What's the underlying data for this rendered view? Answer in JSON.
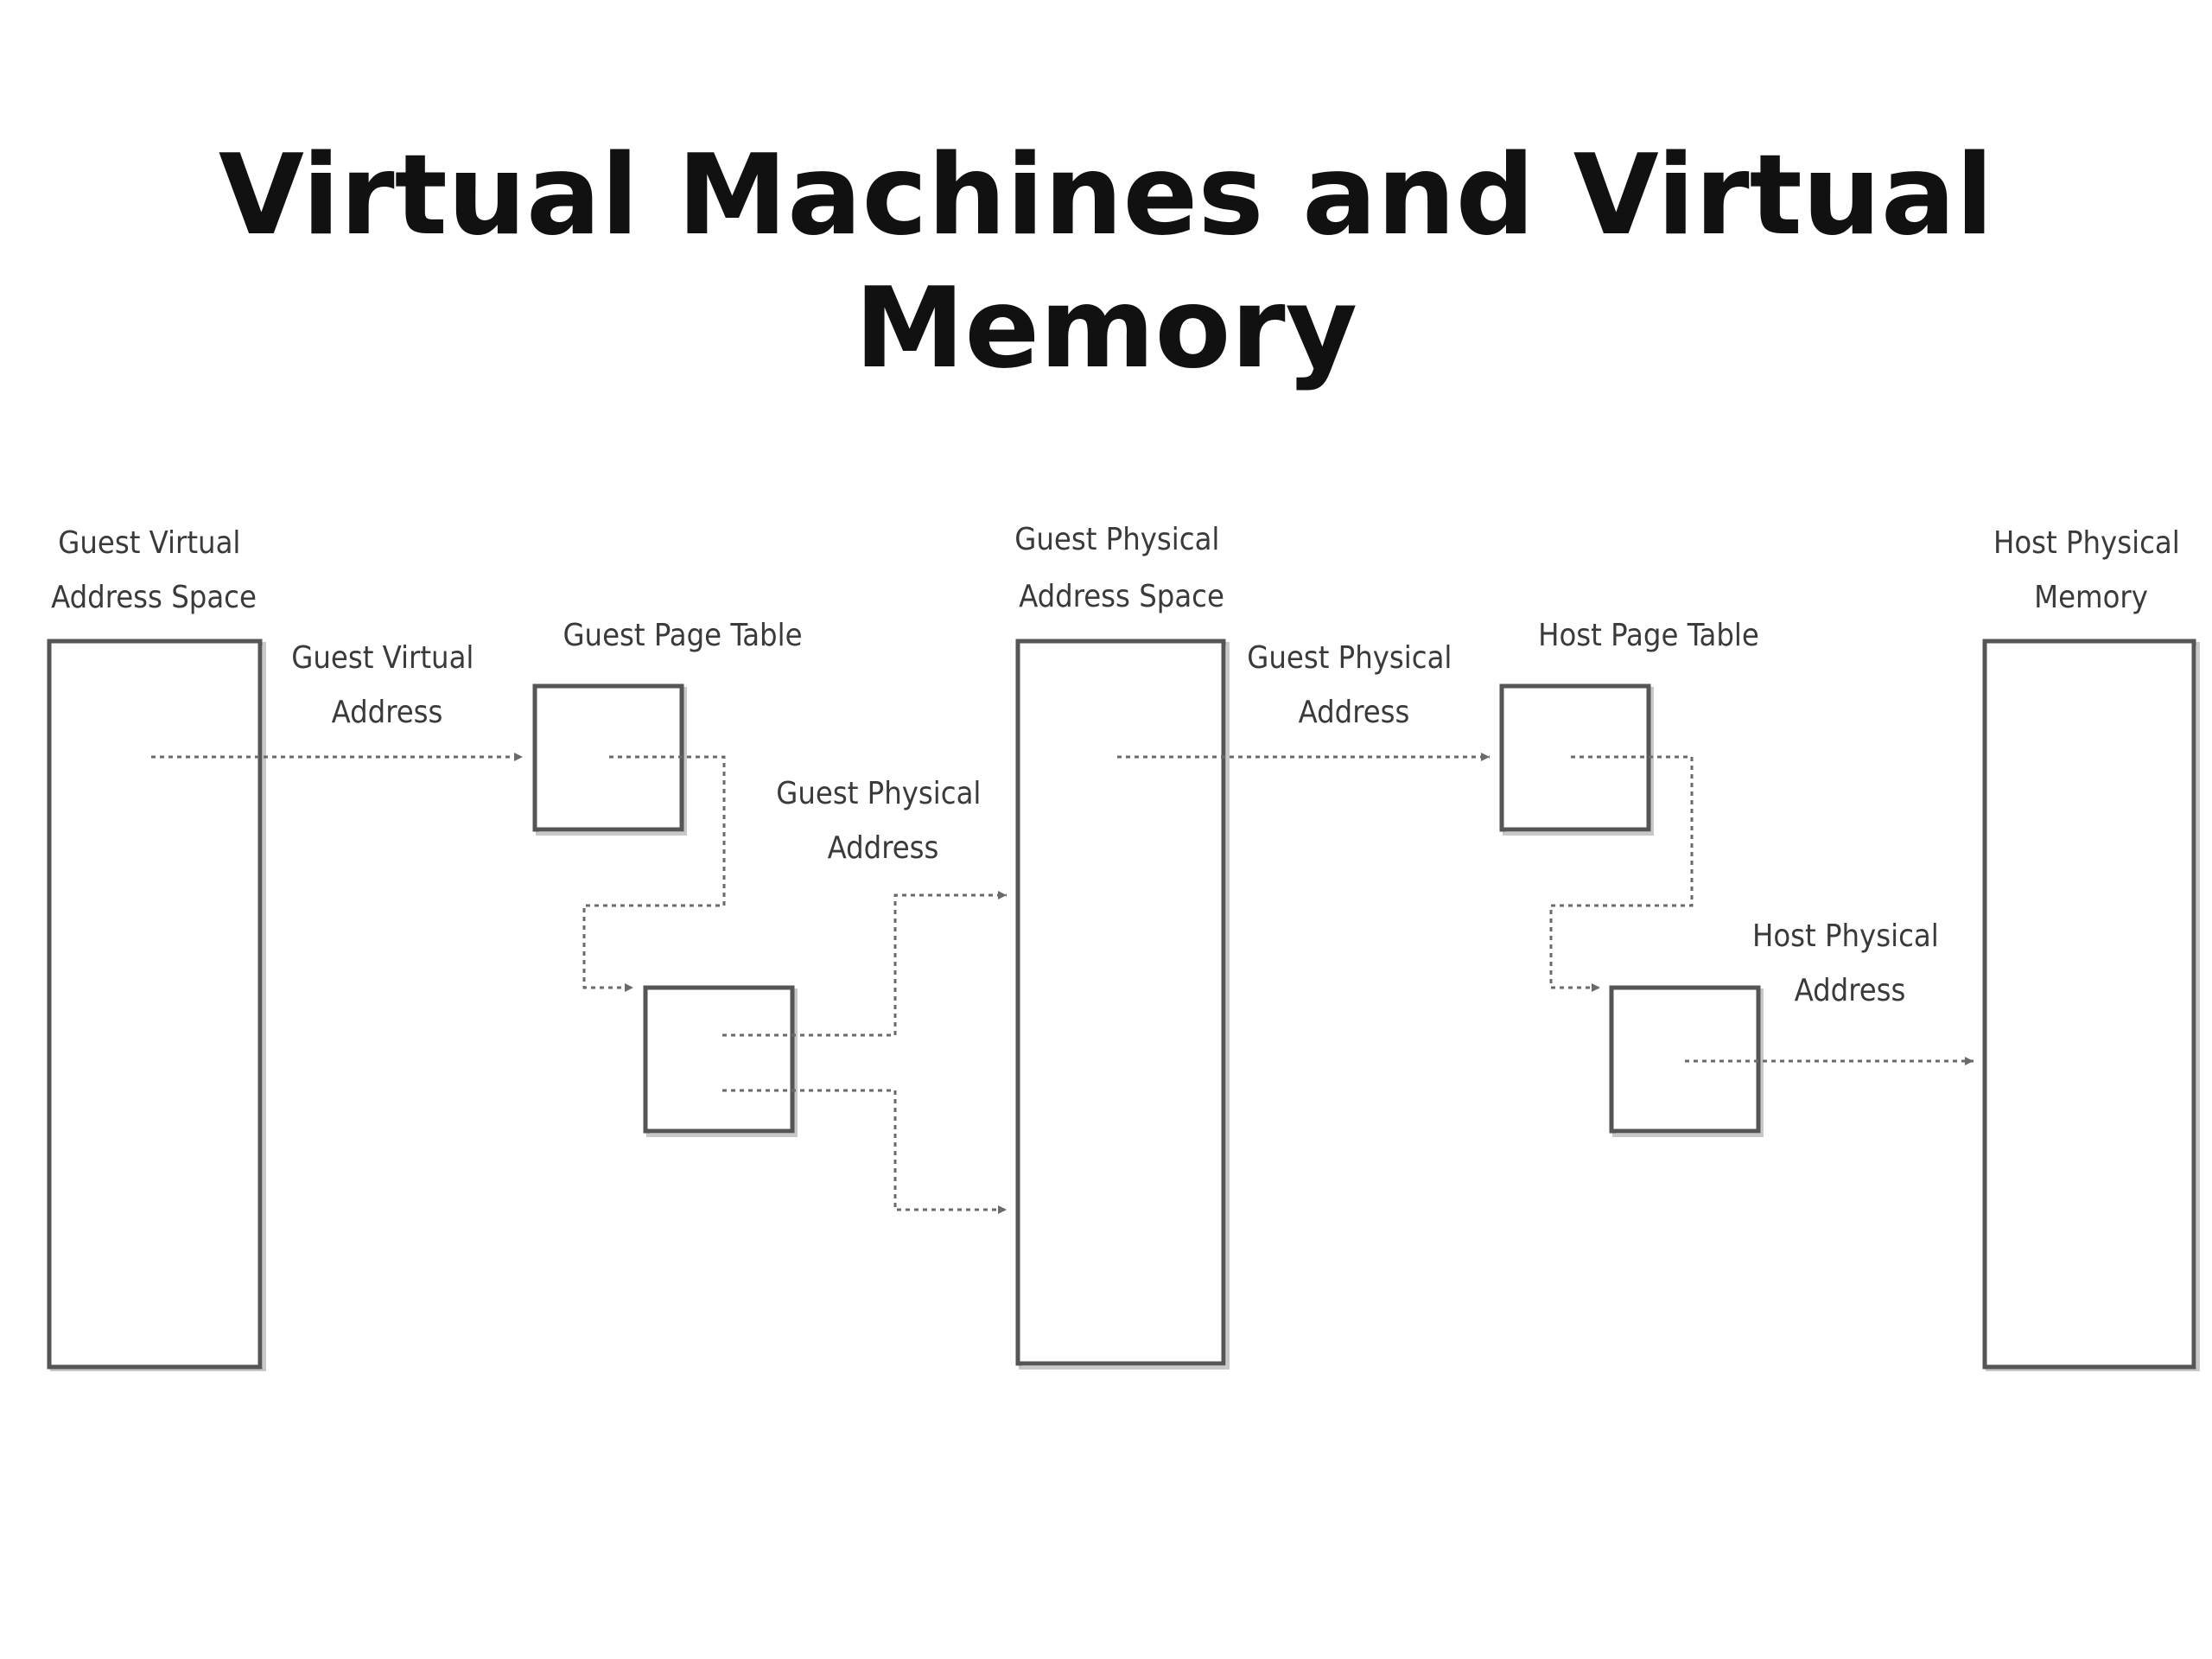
{
  "title": "Virtual Machines and Virtual Memory",
  "diagram": {
    "labels": {
      "guest_virtual_space": [
        "Guest Virtual",
        "Address Space"
      ],
      "guest_virtual_address": [
        "Guest Virtual",
        "Address"
      ],
      "guest_page_table": "Guest Page Table",
      "guest_physical_address_mid": [
        "Guest Physical",
        "Address"
      ],
      "guest_physical_space": [
        "Guest Physical",
        "Address Space"
      ],
      "guest_physical_address_right": [
        "Guest Physical",
        "Address"
      ],
      "host_page_table": "Host Page Table",
      "host_physical_address": [
        "Host Physical",
        "Address"
      ],
      "host_physical_memory": [
        "Host Physical",
        "Memory"
      ]
    },
    "colors": {
      "box_stroke": "#555555",
      "arrow": "#6a6a6a",
      "label": "#3a3a3a"
    }
  }
}
